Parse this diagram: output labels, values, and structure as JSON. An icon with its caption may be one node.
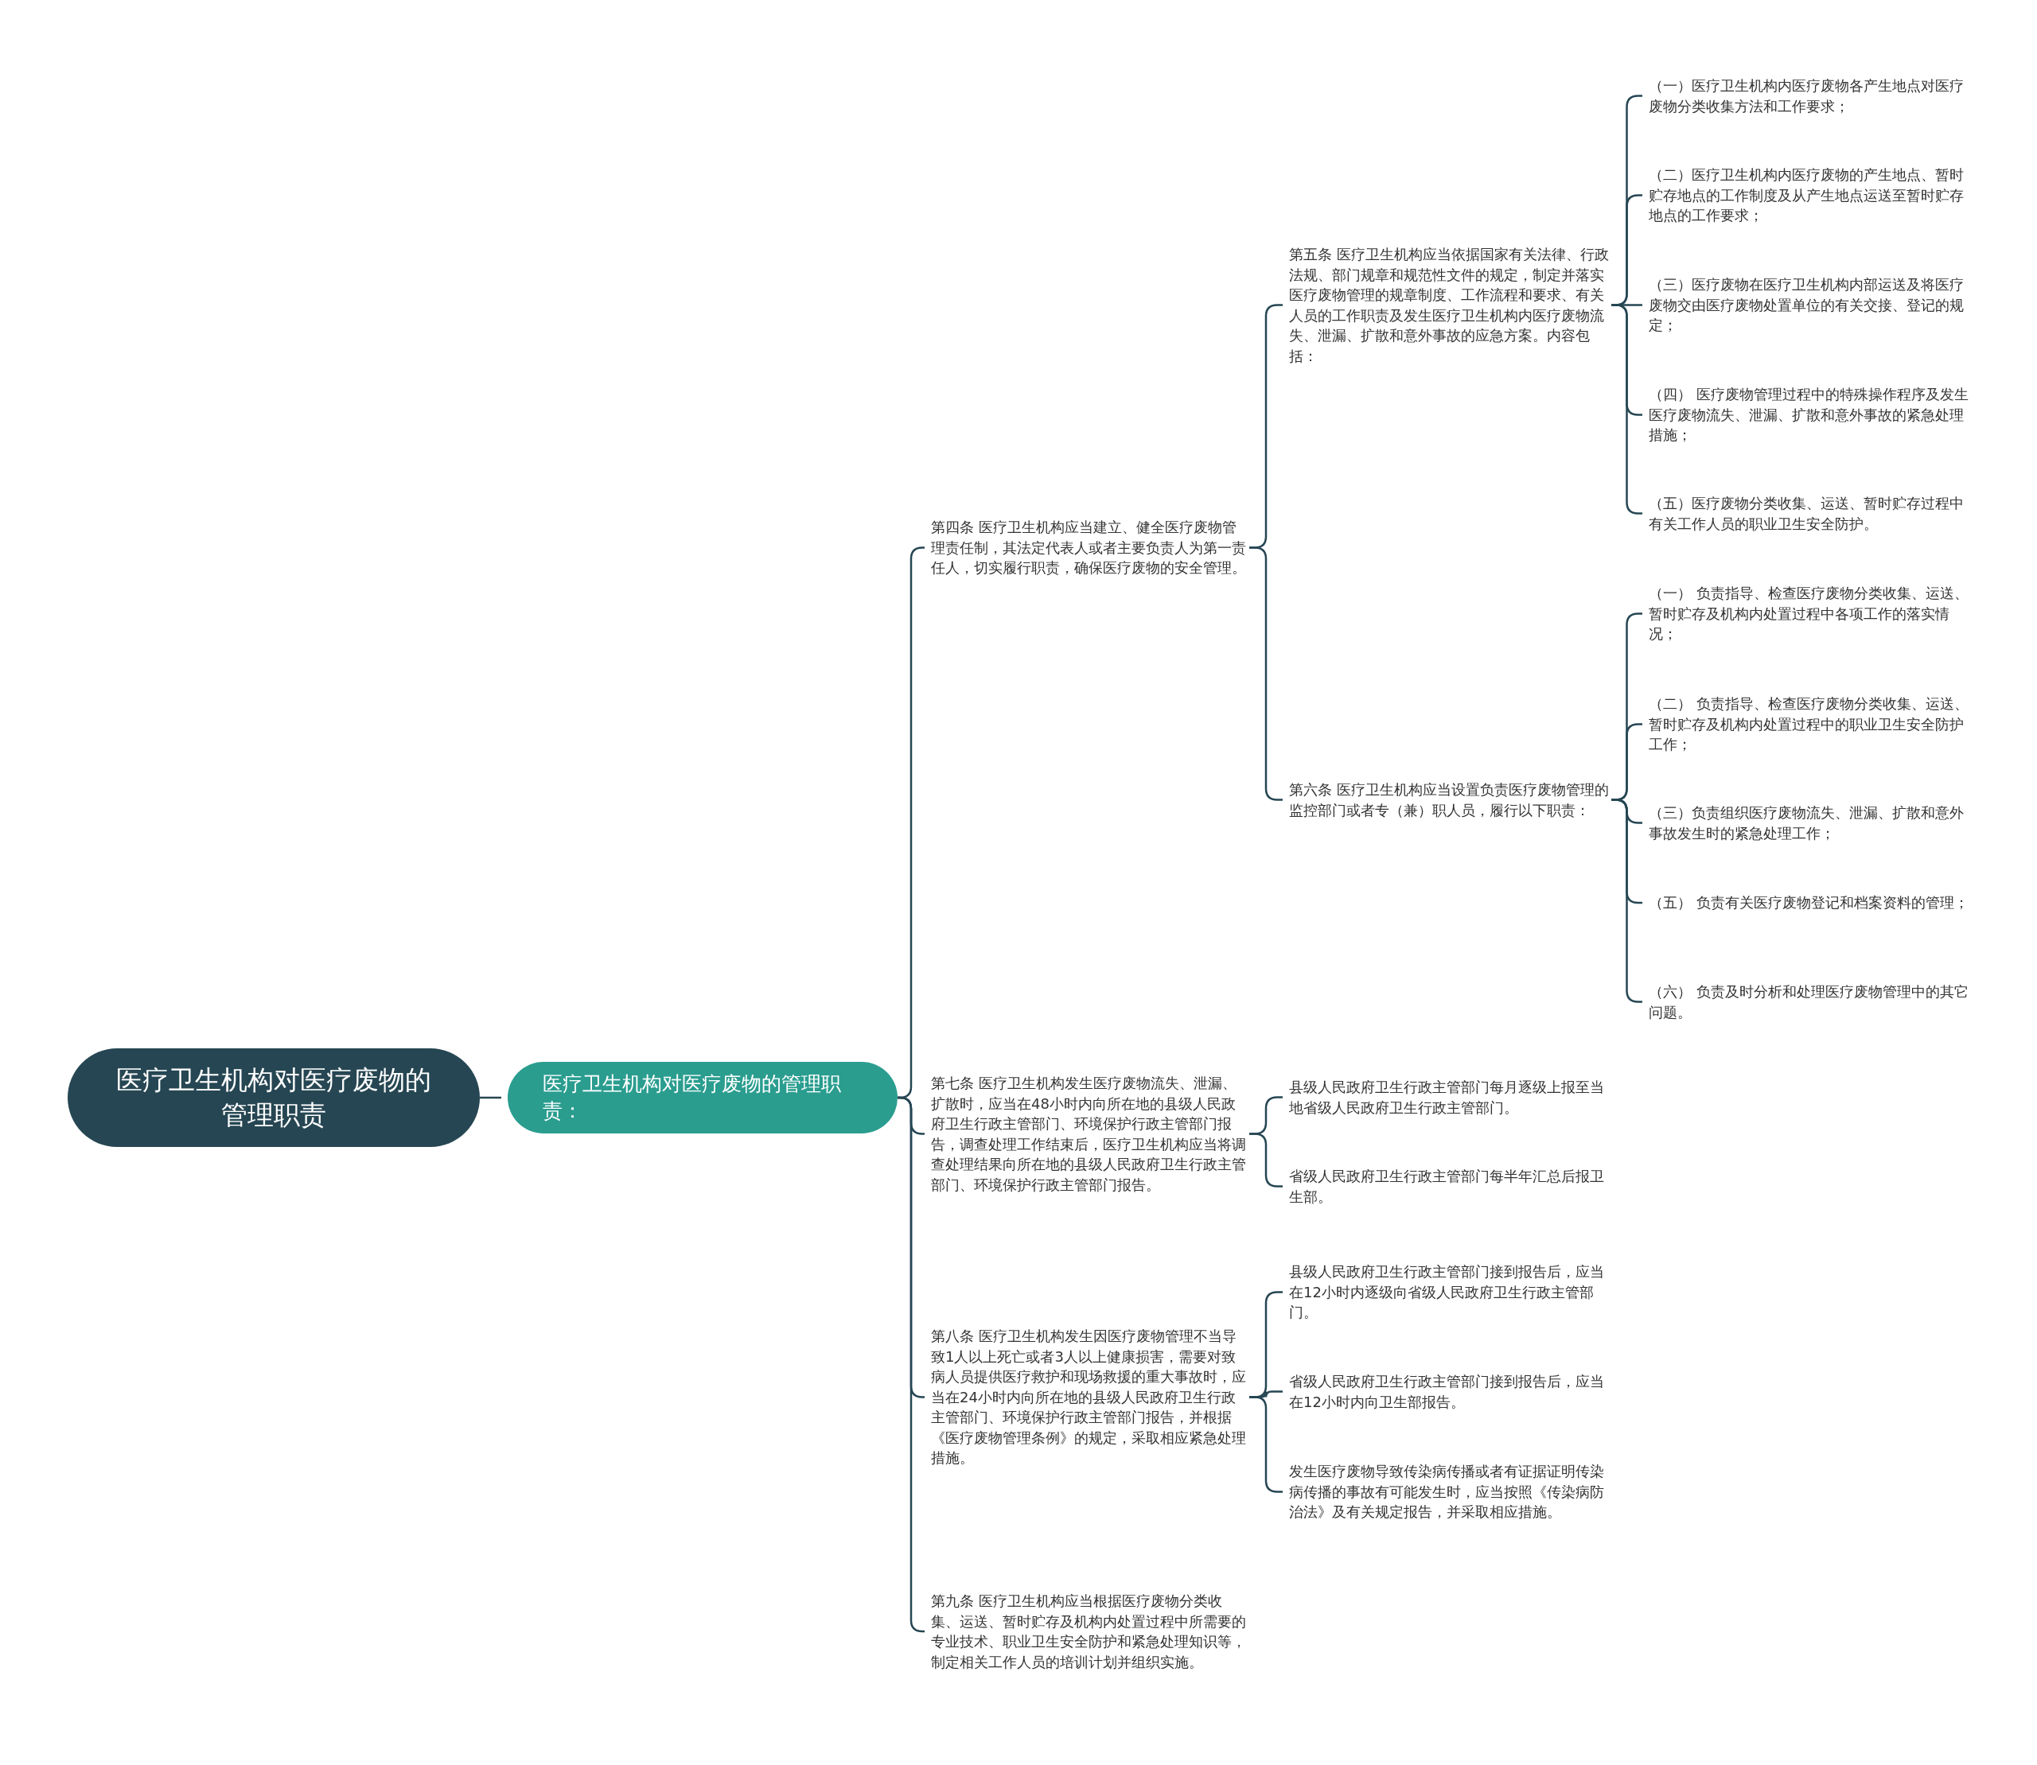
{
  "diagram": {
    "nodes": [
      {
        "text": [
          "医疗卫生机构对医疗废物的管理职责"
        ]
      },
      {
        "text": [
          "医疗卫生机构对医疗废物的管理职责："
        ]
      },
      {
        "text": [
          "第四条 医疗卫生机构应当建立、健全医疗废物管理责任制，其法定代表人或者主要负责人为第一责任人，切实履行职责，确保医疗废物的安全管理。"
        ]
      },
      {
        "text": [
          "第五条 医疗卫生机构应当依据国家有关法律、行政法规、部门规章和规范性文件的规定，制定并落实医疗废物管理的规章制度、工作流程和要求、有关人员的工作职责及发生医疗卫生机构内医疗废物流失、泄漏、扩散和意外事故的应急方案。内容包括："
        ]
      },
      {
        "text": [
          "（一）医疗卫生机构内医疗废物各产生地点对医疗废物分类收集方法和工作要求；"
        ]
      },
      {
        "text": [
          "（二）医疗卫生机构内医疗废物的产生地点、暂时贮存地点的工作制度及从产生地点运送至暂时贮存地点的工作要求；"
        ]
      },
      {
        "text": [
          "（三）医疗废物在医疗卫生机构内部运送及将医疗废物交由医疗废物处置单位的有关交接、登记的规定；"
        ]
      },
      {
        "text": [
          "（四） 医疗废物管理过程中的特殊操作程序及发生医疗废物流失、泄漏、扩散和意外事故的紧急处理措施；"
        ]
      },
      {
        "text": [
          "（五）医疗废物分类收集、运送、暂时贮存过程中有关工作人员的职业卫生安全防护。"
        ]
      },
      {
        "text": [
          "第六条 医疗卫生机构应当设置负责医疗废物管理的监控部门或者专（兼）职人员，履行以下职责："
        ]
      },
      {
        "text": [
          "（一） 负责指导、检查医疗废物分类收集、运送、暂时贮存及机构内处置过程中各项工作的落实情况；"
        ]
      },
      {
        "text": [
          "（二） 负责指导、检查医疗废物分类收集、运送、暂时贮存及机构内处置过程中的职业卫生安全防护工作；"
        ]
      },
      {
        "text": [
          "（三）负责组织医疗废物流失、泄漏、扩散和意外事故发生时的紧急处理工作；"
        ]
      },
      {
        "text": [
          "（五） 负责有关医疗废物登记和档案资料的管理；"
        ]
      },
      {
        "text": [
          "（六） 负责及时分析和处理医疗废物管理中的其它问题。"
        ]
      },
      {
        "text": [
          "第七条 医疗卫生机构发生医疗废物流失、泄漏、扩散时，应当在48小时内向所在地的县级人民政府卫生行政主管部门、环境保护行政主管部门报告，调查处理工作结束后，医疗卫生机构应当将调查处理结果向所在地的县级人民政府卫生行政主管部门、环境保护行政主管部门报告。"
        ]
      },
      {
        "text": [
          "县级人民政府卫生行政主管部门每月逐级上报至当地省级人民政府卫生行政主管部门。"
        ]
      },
      {
        "text": [
          "省级人民政府卫生行政主管部门每半年汇总后报卫生部。"
        ]
      },
      {
        "text": [
          "第八条 医疗卫生机构发生因医疗废物管理不当导致1人以上死亡或者3人以上健康损害，需要对致病人员提供医疗救护和现场救援的重大事故时，应当在24小时内向所在地的县级人民政府卫生行政主管部门、环境保护行政主管部门报告，并根据《医疗废物管理条例》的规定，采取相应紧急处理措施。"
        ]
      },
      {
        "text": [
          "县级人民政府卫生行政主管部门接到报告后，应当在12小时内逐级向省级人民政府卫生行政主管部门。"
        ]
      },
      {
        "text": [
          "省级人民政府卫生行政主管部门接到报告后，应当在12小时内向卫生部报告。"
        ]
      },
      {
        "text": [
          "发生医疗废物导致传染病传播或者有证据证明传染病传播的事故有可能发生时，应当按照《传染病防治法》及有关规定报告，并采取相应措施。"
        ]
      },
      {
        "text": [
          "第九条 医疗卫生机构应当根据医疗废物分类收集、运送、暂时贮存及机构内处置过程中所需要的专业技术、职业卫生安全防护和紧急处理知识等，制定相关工作人员的培训计划并组织实施。"
        ]
      }
    ],
    "edges": [
      {
        "from": 0,
        "to": 1,
        "arrow": "none"
      },
      {
        "from": 1,
        "to": 2,
        "arrow": "none"
      },
      {
        "from": 1,
        "to": 15,
        "arrow": "none"
      },
      {
        "from": 1,
        "to": 18,
        "arrow": "none"
      },
      {
        "from": 1,
        "to": 22,
        "arrow": "none"
      },
      {
        "from": 2,
        "to": 3,
        "arrow": "none"
      },
      {
        "from": 2,
        "to": 9,
        "arrow": "none"
      },
      {
        "from": 3,
        "to": 4,
        "arrow": "none"
      },
      {
        "from": 3,
        "to": 5,
        "arrow": "none"
      },
      {
        "from": 3,
        "to": 6,
        "arrow": "none"
      },
      {
        "from": 3,
        "to": 7,
        "arrow": "none"
      },
      {
        "from": 3,
        "to": 8,
        "arrow": "none"
      },
      {
        "from": 9,
        "to": 10,
        "arrow": "none"
      },
      {
        "from": 9,
        "to": 11,
        "arrow": "none"
      },
      {
        "from": 9,
        "to": 12,
        "arrow": "none"
      },
      {
        "from": 9,
        "to": 13,
        "arrow": "none"
      },
      {
        "from": 9,
        "to": 14,
        "arrow": "none"
      },
      {
        "from": 15,
        "to": 16,
        "arrow": "none"
      },
      {
        "from": 15,
        "to": 17,
        "arrow": "none"
      },
      {
        "from": 18,
        "to": 19,
        "arrow": "none"
      },
      {
        "from": 18,
        "to": 20,
        "arrow": "none"
      },
      {
        "from": 18,
        "to": 21,
        "arrow": "none"
      }
    ]
  }
}
